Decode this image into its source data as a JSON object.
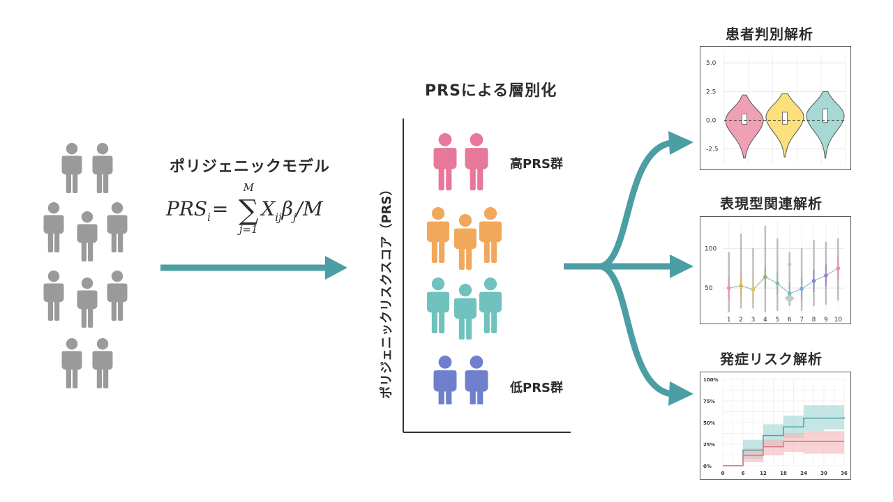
{
  "model": {
    "title": "ポリジェニックモデル",
    "formula": {
      "lhs": "PRS",
      "lhs_sub": "i",
      "eq": "=",
      "sum_top": "M",
      "sum_bottom": "j=1",
      "term": "X",
      "term_sub": "ij",
      "beta": "β",
      "beta_sub": "j",
      "tail": "/M"
    }
  },
  "stratification": {
    "title": "PRSによる層別化",
    "axis_label": "ポリジェニックリスクスコア（PRS）",
    "high_label": "高PRS群",
    "low_label": "低PRS群",
    "group_colors": [
      "#e8789a",
      "#f2a85a",
      "#6fc2bd",
      "#6f7fcc"
    ],
    "population_color": "#9a9a9a"
  },
  "colors": {
    "arrow": "#4b9ea3"
  },
  "panels": {
    "patient": {
      "title": "患者判別解析",
      "chart_data": {
        "type": "violin",
        "yticks": [
          "5.0",
          "2.5",
          "0.0",
          "-2.5"
        ],
        "ylim": [
          -3.8,
          5.8
        ],
        "violins": [
          {
            "color": "#f0a0b4",
            "median": 0.0,
            "q1": -0.35,
            "q3": 0.55,
            "min": -3.3,
            "max": 2.2
          },
          {
            "color": "#fbe07c",
            "median": 0.3,
            "q1": -0.35,
            "q3": 0.7,
            "min": -3.2,
            "max": 2.3
          },
          {
            "color": "#a6d8d4",
            "median": 0.4,
            "q1": -0.2,
            "q3": 1.0,
            "min": -3.3,
            "max": 2.5
          }
        ]
      }
    },
    "phenotype": {
      "title": "表現型関連解析",
      "chart_data": {
        "type": "line",
        "categories": [
          "1",
          "2",
          "3",
          "4",
          "5",
          "6",
          "7",
          "8",
          "9",
          "10"
        ],
        "values": [
          50,
          53,
          48,
          64,
          56,
          43,
          49,
          59,
          66,
          75
        ],
        "yticks": [
          "100",
          "50"
        ],
        "ylim": [
          20,
          135
        ],
        "ranges": [
          [
            20,
            95
          ],
          [
            25,
            118
          ],
          [
            25,
            100
          ],
          [
            20,
            128
          ],
          [
            22,
            112
          ],
          [
            28,
            95
          ],
          [
            22,
            100
          ],
          [
            28,
            110
          ],
          [
            30,
            108
          ],
          [
            35,
            112
          ]
        ],
        "colors": [
          "#e88fb4",
          "#e0b04a",
          "#d9c25a",
          "#9bb070",
          "#7fbfa0",
          "#68c0c8",
          "#7aa8d8",
          "#8e7fd0",
          "#a77cc4",
          "#e889b4"
        ]
      }
    },
    "onset": {
      "title": "発症リスク解析",
      "chart_data": {
        "type": "step",
        "xticks": [
          "0",
          "6",
          "12",
          "18",
          "24",
          "30",
          "36"
        ],
        "yticks": [
          "100%",
          "75%",
          "50%",
          "25%",
          "0%"
        ],
        "xlim": [
          0,
          36
        ],
        "ylim": [
          0,
          100
        ],
        "series": [
          {
            "color": "#4b9ea3",
            "band": "#9fd6d2",
            "x": [
              0,
              6,
              12,
              18,
              24,
              30,
              36
            ],
            "y": [
              0,
              18,
              35,
              45,
              55,
              55,
              56
            ],
            "lo": [
              0,
              8,
              22,
              32,
              40,
              42,
              42
            ],
            "hi": [
              0,
              30,
              48,
              58,
              70,
              70,
              70
            ]
          },
          {
            "color": "#e07a84",
            "band": "#f4b4b8",
            "x": [
              0,
              6,
              12,
              18,
              24,
              30,
              36
            ],
            "y": [
              0,
              12,
              22,
              28,
              28,
              28,
              28
            ],
            "lo": [
              0,
              4,
              12,
              16,
              14,
              14,
              14
            ],
            "hi": [
              0,
              20,
              30,
              38,
              40,
              40,
              40
            ]
          }
        ]
      }
    }
  }
}
